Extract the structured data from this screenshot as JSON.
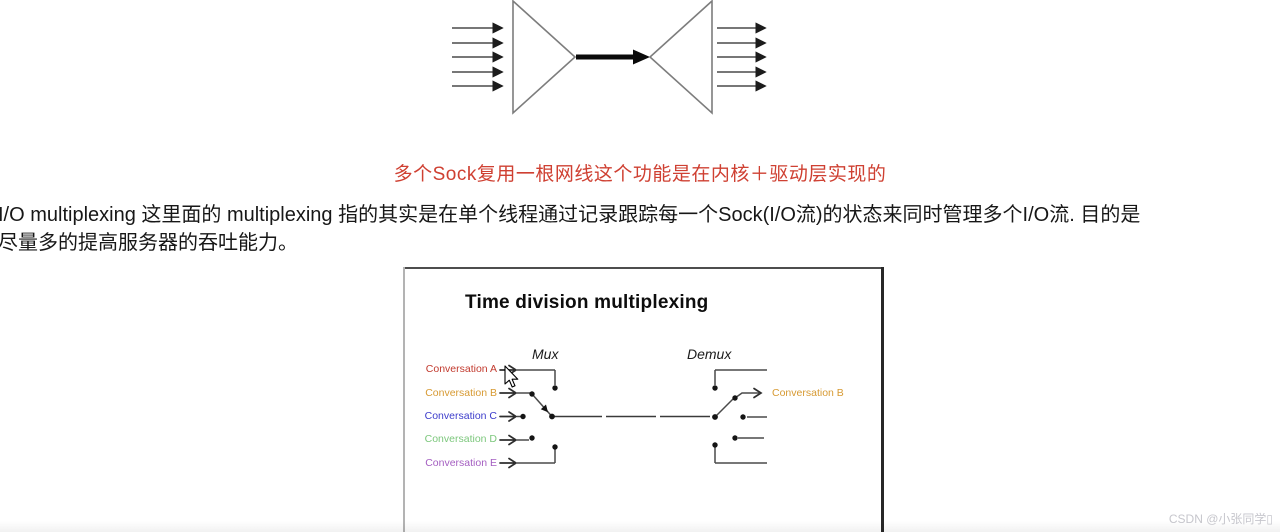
{
  "heading": {
    "text": "多个Sock复用一根网线这个功能是在内核＋驱动层实现的",
    "color": "#cf4032"
  },
  "paragraph": {
    "lines": [
      "I/O multiplexing 这里面的 multiplexing 指的其实是在单个线程通过记录跟踪每一个Sock(I/O流)的状态来同时管理多个I/O流. 目的是",
      "尽量多的提高服务器的吞吐能力。"
    ]
  },
  "top_diagram": {
    "description": "five input arrows funnel into one thick shared channel arrow then fan out to five output arrows",
    "input_arrow_count": 5,
    "output_arrow_count": 5
  },
  "tdm_figure": {
    "title": "Time division multiplexing",
    "mux_label": "Mux",
    "demux_label": "Demux",
    "inputs": [
      {
        "label": "Conversation A",
        "color": "#c23a2e"
      },
      {
        "label": "Conversation B",
        "color": "#d79a33"
      },
      {
        "label": "Conversation C",
        "color": "#3c3ccb"
      },
      {
        "label": "Conversation D",
        "color": "#7cc77c"
      },
      {
        "label": "Conversation E",
        "color": "#a45ec1"
      }
    ],
    "output": {
      "label": "Conversation B",
      "color": "#d79a33"
    }
  },
  "watermark": {
    "text": "CSDN @小张同学▯"
  }
}
